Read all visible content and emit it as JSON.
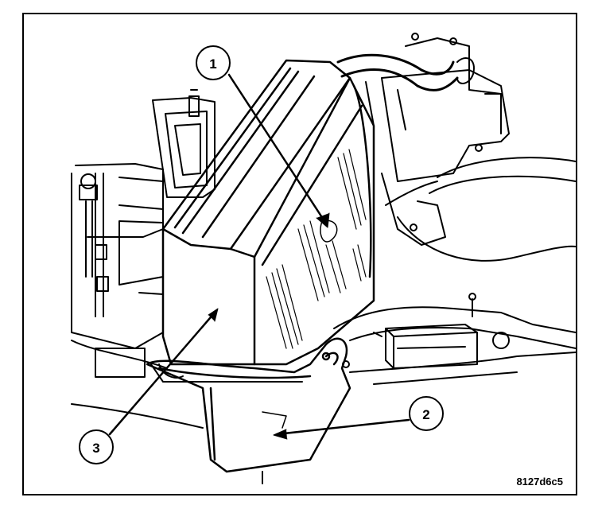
{
  "figure": {
    "id": "8127d6c5",
    "ink": "#000000",
    "paper": "#ffffff"
  },
  "callouts": [
    {
      "number": "1"
    },
    {
      "number": "2"
    },
    {
      "number": "3"
    }
  ]
}
